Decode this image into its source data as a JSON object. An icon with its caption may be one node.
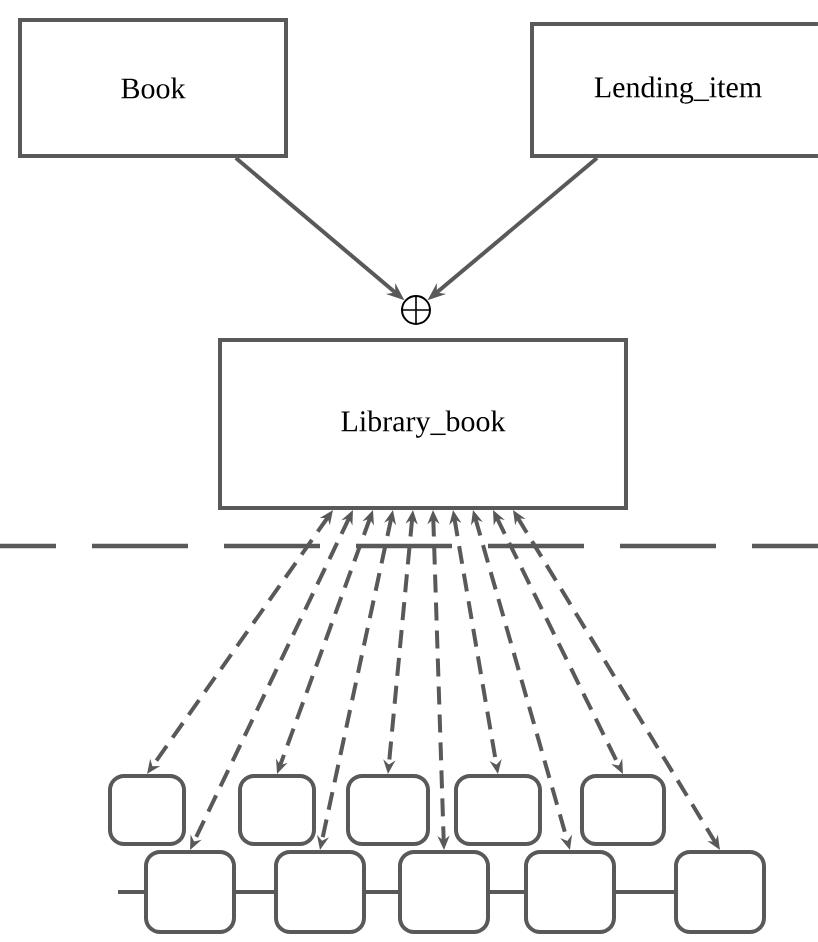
{
  "diagram": {
    "nodes": [
      {
        "text": [
          "Book"
        ]
      },
      {
        "text": [
          "Lending_item"
        ]
      },
      {
        "text": [],
        "shape": "circle"
      },
      {
        "text": [
          "Library_book"
        ]
      },
      {
        "text": [],
        "shape": "box"
      },
      {
        "text": [],
        "shape": "box"
      },
      {
        "text": [],
        "shape": "box"
      },
      {
        "text": [],
        "shape": "box"
      },
      {
        "text": [],
        "shape": "box"
      },
      {
        "text": [],
        "shape": "box"
      },
      {
        "text": [],
        "shape": "box"
      },
      {
        "text": [],
        "shape": "box"
      },
      {
        "text": [],
        "shape": "box"
      },
      {
        "text": [],
        "shape": "box"
      }
    ],
    "edges": [
      {
        "from": 0,
        "to": 2,
        "arrow": "to"
      },
      {
        "from": 1,
        "to": 2,
        "arrow": "to"
      },
      {
        "from": 3,
        "to": 4,
        "arrow": "both",
        "style": "dashed"
      },
      {
        "from": 3,
        "to": 5,
        "arrow": "both",
        "style": "dashed"
      },
      {
        "from": 3,
        "to": 6,
        "arrow": "both",
        "style": "dashed"
      },
      {
        "from": 3,
        "to": 7,
        "arrow": "both",
        "style": "dashed"
      },
      {
        "from": 3,
        "to": 8,
        "arrow": "both",
        "style": "dashed"
      },
      {
        "from": 3,
        "to": 9,
        "arrow": "both",
        "style": "dashed"
      },
      {
        "from": 3,
        "to": 10,
        "arrow": "both",
        "style": "dashed"
      },
      {
        "from": 3,
        "to": 11,
        "arrow": "both",
        "style": "dashed"
      },
      {
        "from": 3,
        "to": 12,
        "arrow": "both",
        "style": "dashed"
      },
      {
        "from": 3,
        "to": 13,
        "arrow": "both",
        "style": "dashed"
      },
      {
        "from": null,
        "to": 9,
        "arrow": "none"
      },
      {
        "from": 9,
        "to": 10,
        "arrow": "none"
      },
      {
        "from": 10,
        "to": 11,
        "arrow": "none"
      },
      {
        "from": 11,
        "to": 12,
        "arrow": "none"
      },
      {
        "from": 12,
        "to": 13,
        "arrow": "none"
      }
    ]
  }
}
